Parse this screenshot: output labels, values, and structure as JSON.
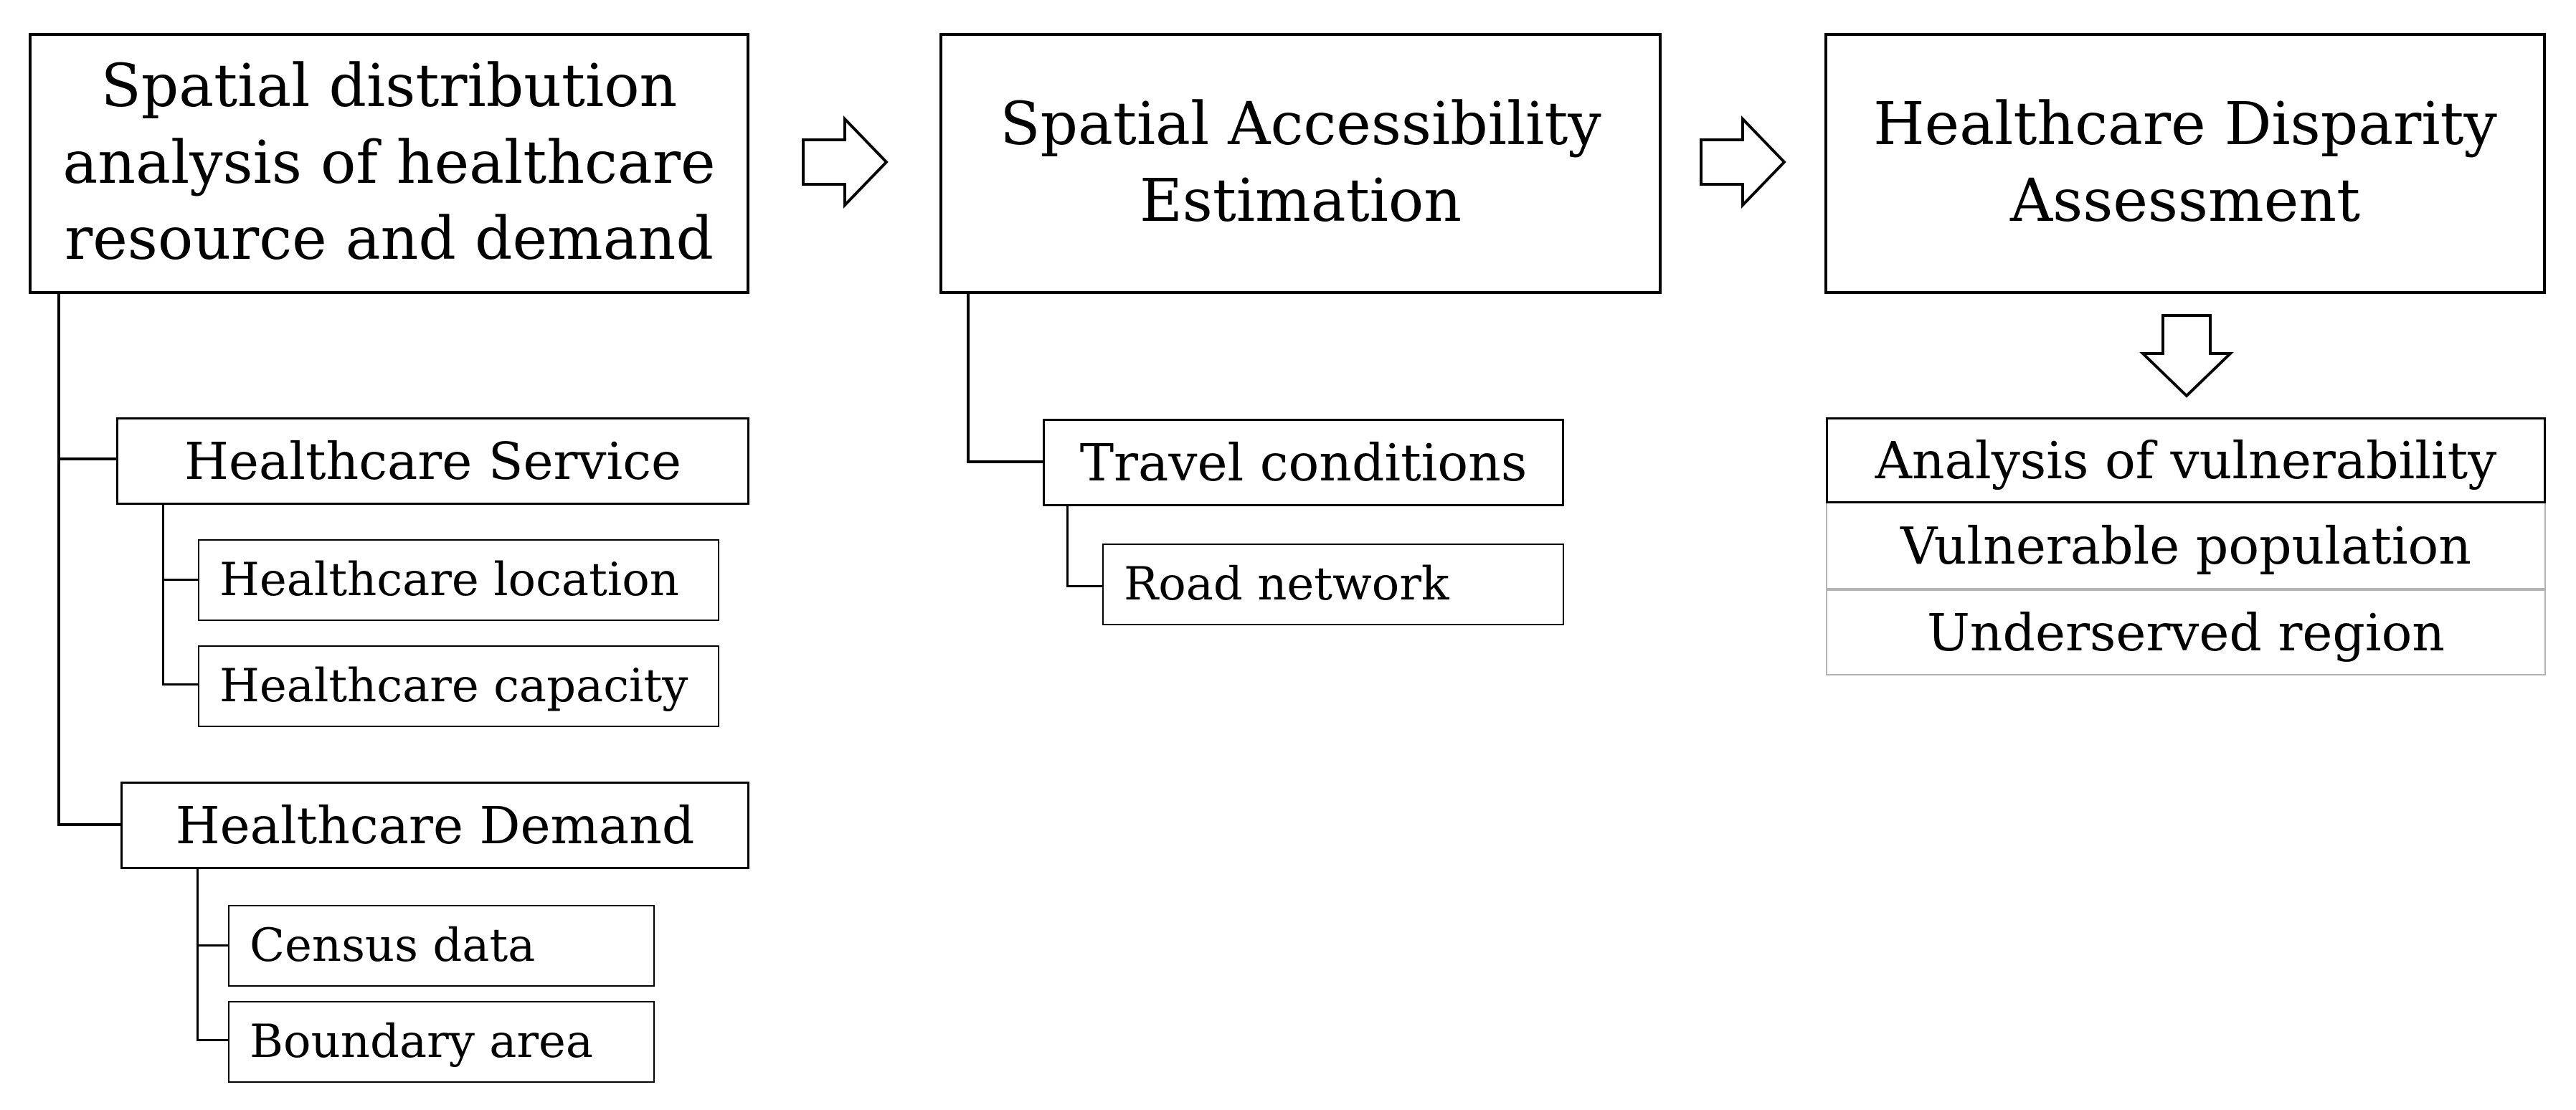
{
  "stages": [
    {
      "title": "Spatial distribution analysis of healthcare resource and demand",
      "title_lines": [
        "Spatial distribution",
        "analysis of healthcare",
        "resource and demand"
      ],
      "groups": [
        {
          "label": "Healthcare Service",
          "items": [
            "Healthcare location",
            "Healthcare capacity"
          ]
        },
        {
          "label": "Healthcare Demand",
          "items": [
            "Census data",
            "Boundary area"
          ]
        }
      ]
    },
    {
      "title": "Spatial Accessibility Estimation",
      "title_lines": [
        "Spatial Accessibility",
        "Estimation"
      ],
      "groups": [
        {
          "label": "Travel conditions",
          "items": [
            "Road network"
          ]
        }
      ]
    },
    {
      "title": "Healthcare Disparity Assessment",
      "title_lines": [
        "Healthcare Disparity",
        "Assessment"
      ],
      "analysis": {
        "header": "Analysis of vulnerability",
        "items": [
          "Vulnerable population",
          "Underserved region"
        ]
      }
    }
  ],
  "arrows": [
    "right-arrow-icon",
    "right-arrow-icon",
    "down-arrow-icon"
  ],
  "colors": {
    "line": "#000000",
    "stack_border": "#b4b4b4",
    "background": "#ffffff"
  }
}
